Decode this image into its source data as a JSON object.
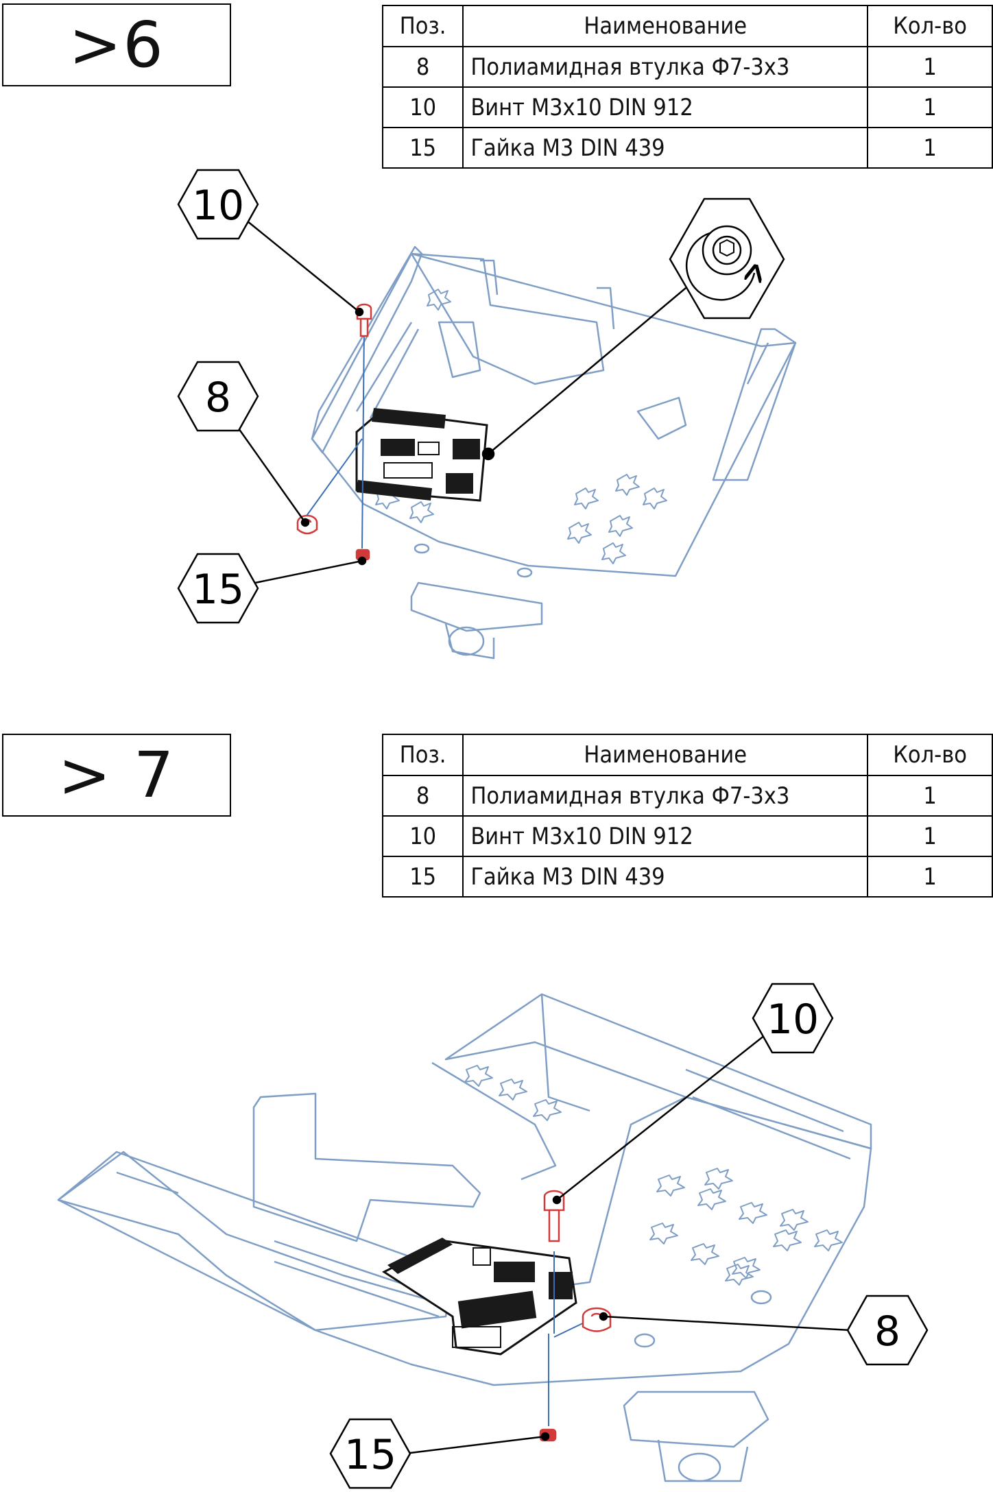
{
  "steps": [
    {
      "label": ">6",
      "table": {
        "headers": [
          "Поз.",
          "Наименование",
          "Кол-во"
        ],
        "rows": [
          {
            "pos": "8",
            "name": "Полиамидная втулка Ф7-3х3",
            "qty": "1"
          },
          {
            "pos": "10",
            "name": "Винт М3х10 DIN 912",
            "qty": "1"
          },
          {
            "pos": "15",
            "name": "Гайка М3 DIN 439",
            "qty": "1"
          }
        ]
      },
      "callouts": {
        "screw": "10",
        "bushing": "8",
        "nut": "15"
      }
    },
    {
      "label": "> 7",
      "table": {
        "headers": [
          "Поз.",
          "Наименование",
          "Кол-во"
        ],
        "rows": [
          {
            "pos": "8",
            "name": "Полиамидная втулка Ф7-3х3",
            "qty": "1"
          },
          {
            "pos": "10",
            "name": "Винт М3х10 DIN 912",
            "qty": "1"
          },
          {
            "pos": "15",
            "name": "Гайка М3 DIN 439",
            "qty": "1"
          }
        ]
      },
      "callouts": {
        "screw": "10",
        "bushing": "8",
        "nut": "15"
      }
    }
  ],
  "icons": {
    "tighten": "hex-key-rotate-icon"
  },
  "colors": {
    "frame": "#7f9ec6",
    "highlight": "#d23a3a",
    "ink": "#000000",
    "board": "#1a1a1a"
  }
}
